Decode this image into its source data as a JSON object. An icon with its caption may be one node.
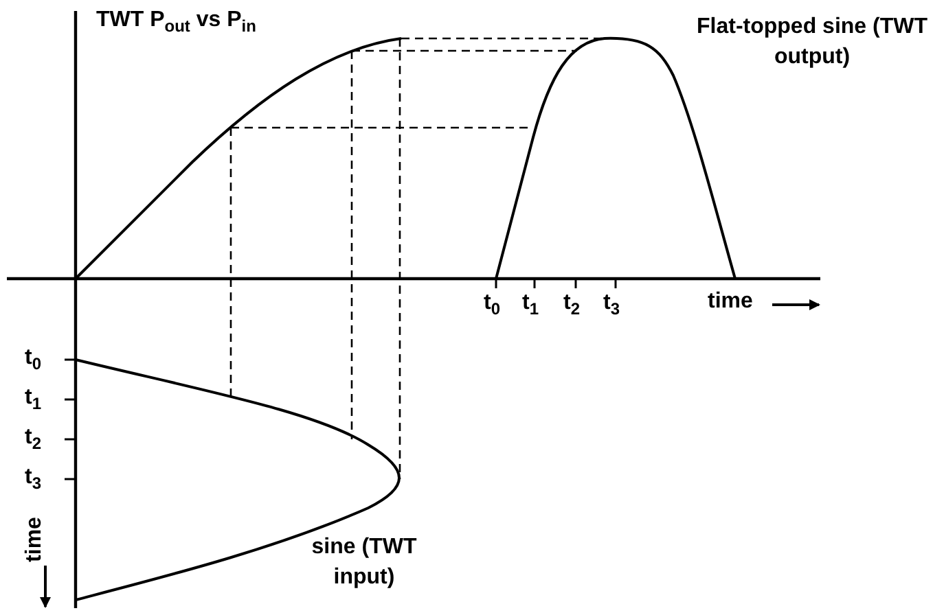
{
  "diagram": {
    "title": "TWT P$_{out}$ vs P$_{in}$",
    "labels": [
      "Flat-topped sine (TWT output)",
      "t$_{0}$",
      "t$_{1}$",
      "t$_{2}$",
      "t$_{3}$",
      "time",
      "t$_{0}$",
      "t$_{1}$",
      "t$_{2}$",
      "t$_{3}$",
      "time",
      "sine (TWT input)"
    ]
  }
}
